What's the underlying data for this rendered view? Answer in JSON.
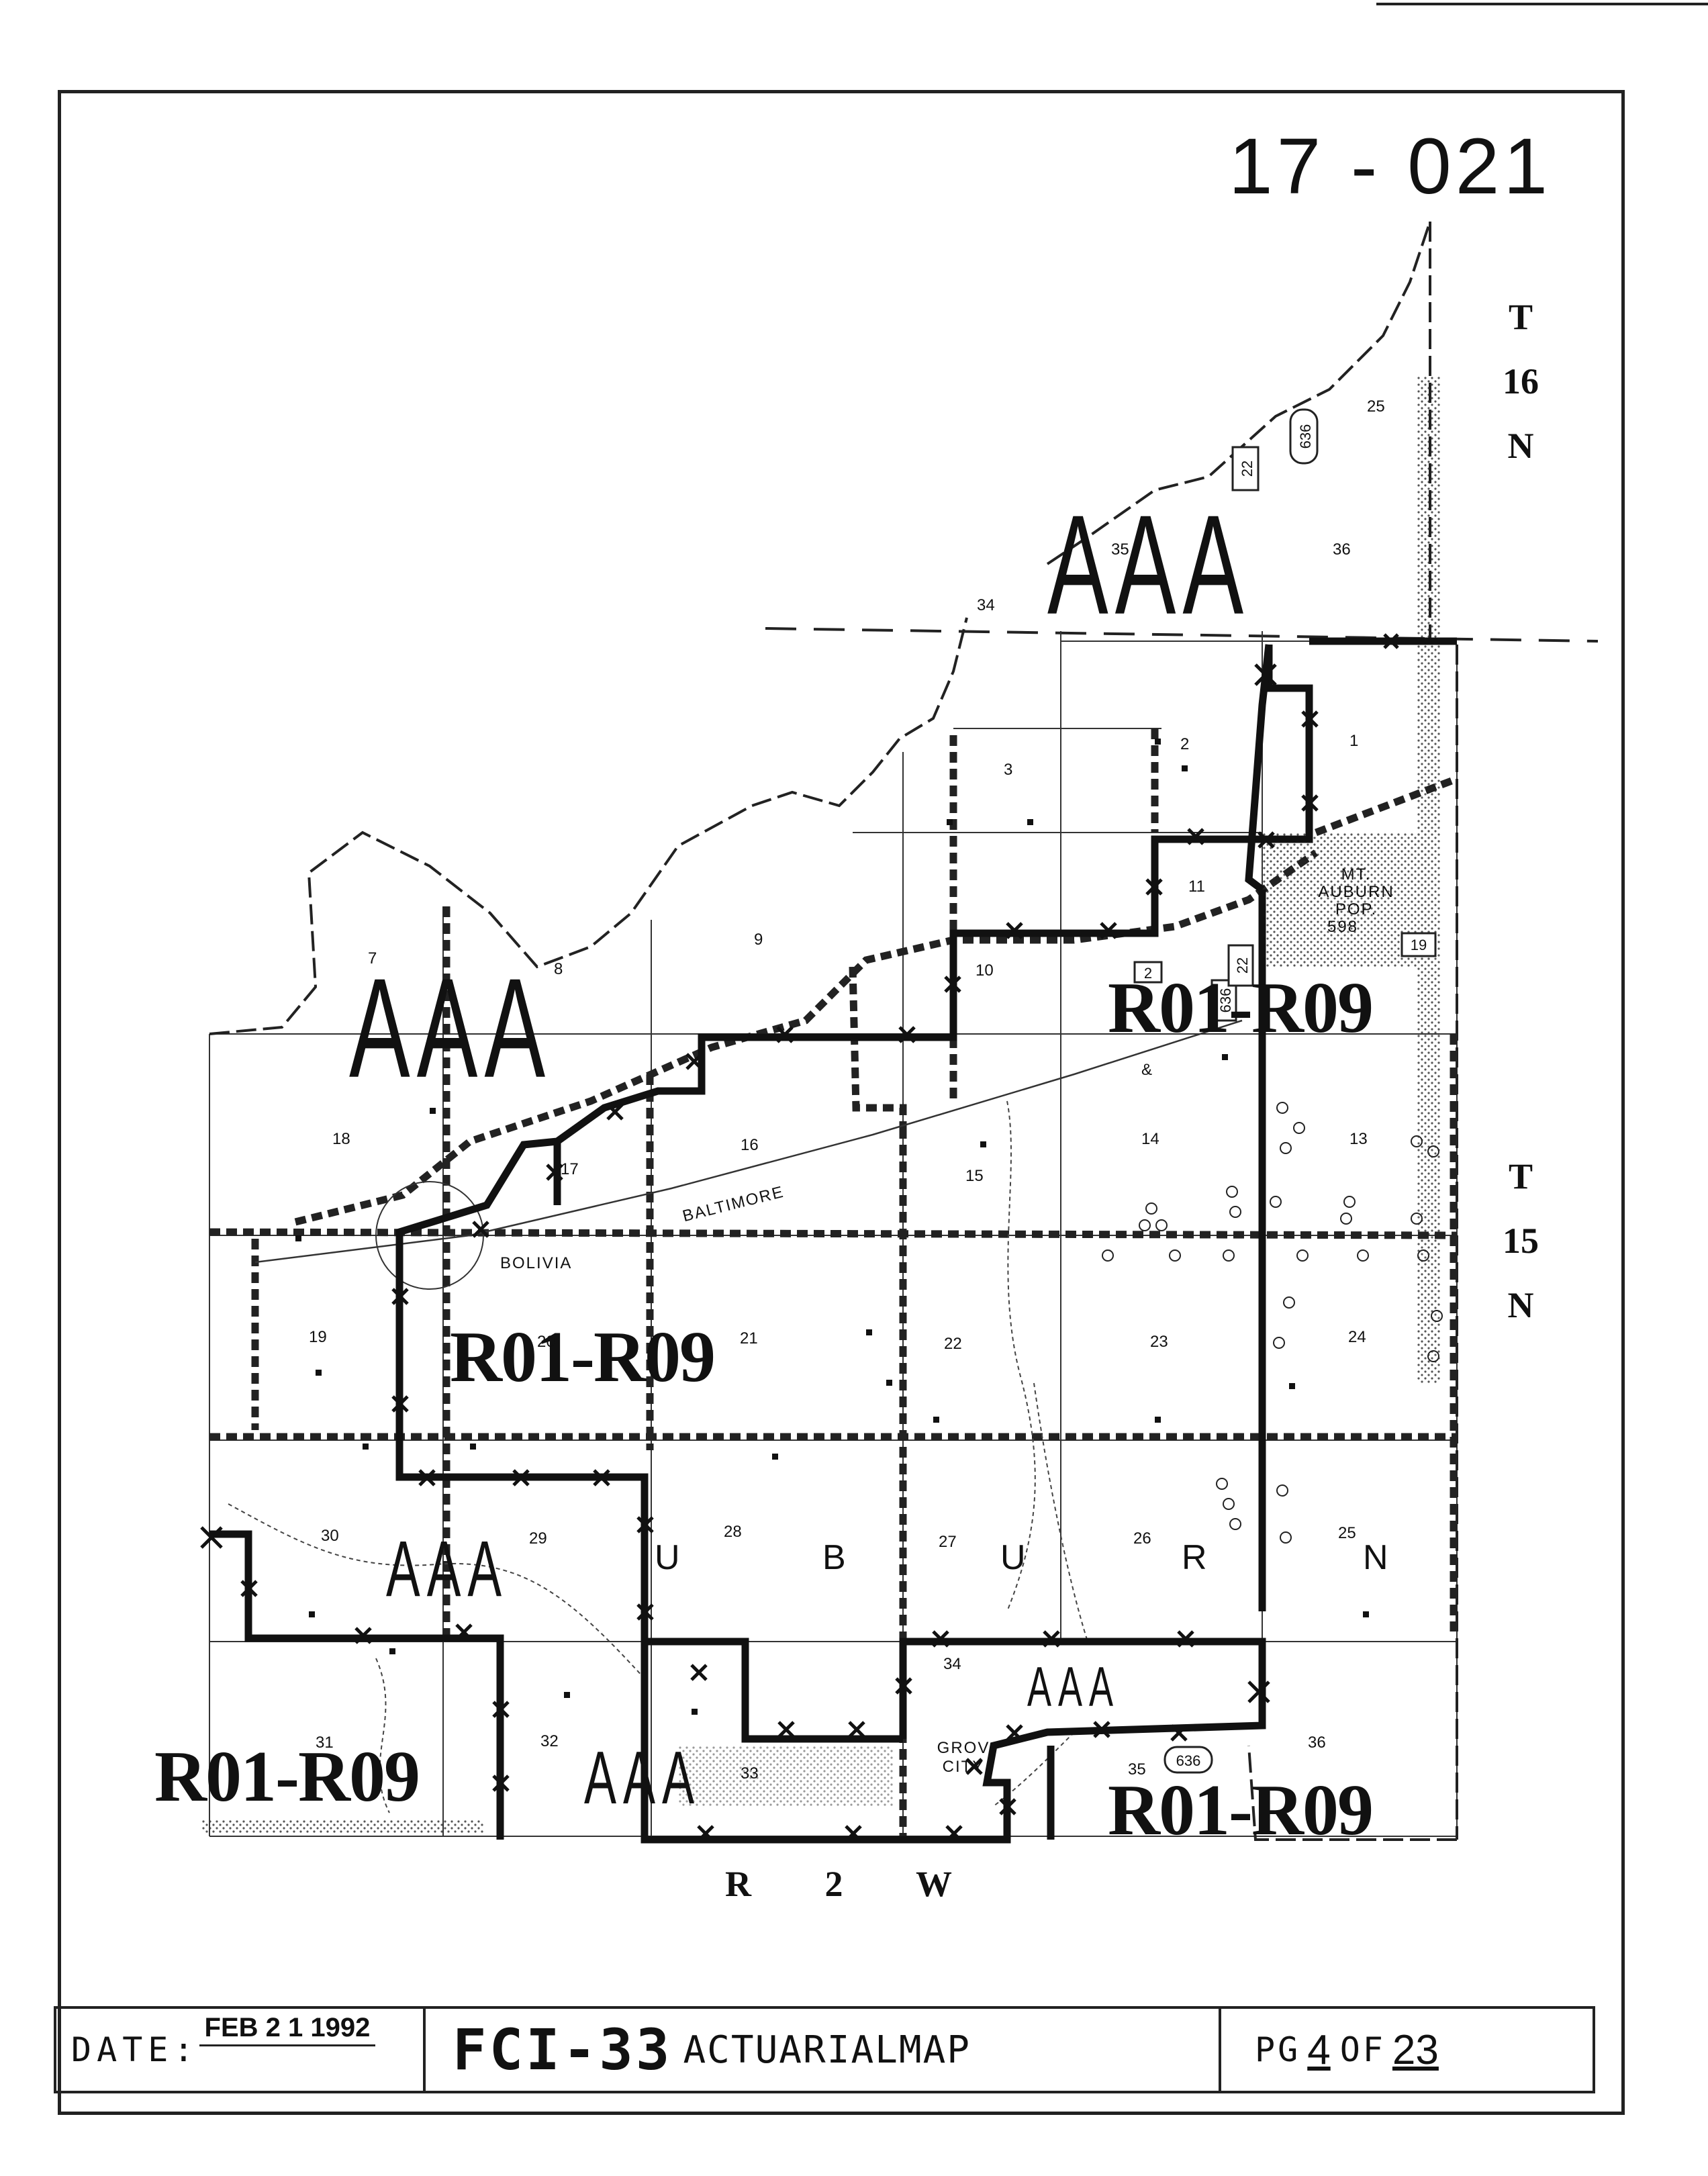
{
  "map_number": "17 - 021",
  "township_north": {
    "prefix": "T",
    "number": "16",
    "direction": "N"
  },
  "township_south": {
    "prefix": "T",
    "number": "15",
    "direction": "N"
  },
  "range_label": "R 2 W",
  "zones": {
    "aaa": "AAA",
    "aaa_small": "AAA",
    "r01_r09": "R01-R09"
  },
  "places": {
    "mt_auburn_1": "MT.",
    "mt_auburn_2": "AUBURN",
    "mt_auburn_3": "POP.",
    "mt_auburn_4": "598",
    "bolivia": "BOLIVIA",
    "baltimore": "BALTIMORE",
    "grove_city_1": "GROV",
    "grove_city_2": "CITY",
    "auburn_letters": [
      "U",
      "B",
      "U",
      "R",
      "N"
    ],
    "ampersand": "&"
  },
  "routes": [
    "636",
    "22",
    "2",
    "19",
    "636",
    "22"
  ],
  "sections": {
    "s25a": "25",
    "s35a": "35",
    "s36a": "36",
    "s34a": "34",
    "s2": "2",
    "s1": "1",
    "s3": "3",
    "s11": "11",
    "s9": "9",
    "s10": "10",
    "s7": "7",
    "s8": "8",
    "s18": "18",
    "s17": "17",
    "s16": "16",
    "s15": "15",
    "s14": "14",
    "s13": "13",
    "s19": "19",
    "s20": "20",
    "s21": "21",
    "s22": "22",
    "s23": "23",
    "s24": "24",
    "s30": "30",
    "s29": "29",
    "s28": "28",
    "s27": "27",
    "s26": "26",
    "s25b": "25",
    "s31": "31",
    "s32": "32",
    "s33": "33",
    "s34b": "34",
    "s35b": "35",
    "s36b": "36"
  },
  "footer": {
    "date_label": "DATE:",
    "date_value": "FEB 2 1 1992",
    "code": "FCI-33",
    "title": "ACTUARIALMAP",
    "page_label": "PG",
    "page_num": "4",
    "of_label": "OF",
    "page_total": "23"
  },
  "colors": {
    "ink": "#111111",
    "paper": "#ffffff",
    "stipple": "#9a9a9a"
  }
}
